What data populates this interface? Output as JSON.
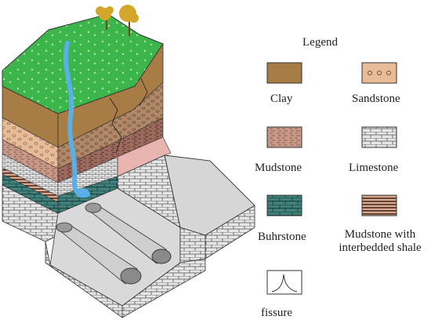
{
  "legend": {
    "title": "Legend",
    "items": [
      {
        "key": "clay",
        "label": "Clay",
        "color": "#a87c45"
      },
      {
        "key": "sandstone",
        "label": "Sandstone",
        "color": "#e8bc98"
      },
      {
        "key": "mudstone",
        "label": "Mudstone",
        "color": "#c79a8c"
      },
      {
        "key": "limestone",
        "label": "Limestone",
        "color": "#cdcdcd"
      },
      {
        "key": "buhrstone",
        "label": "Buhrstone",
        "color": "#3e7f78"
      },
      {
        "key": "mudstone_shale",
        "label_line1": "Mudstone with",
        "label_line2": "interbedded shale",
        "color": "#b07a62"
      },
      {
        "key": "fissure",
        "label": "fissure"
      }
    ]
  },
  "colors": {
    "grass": "#3cb54a",
    "water": "#5ab0e6",
    "tree": "#d4a62a",
    "brick_mortar": "#444444",
    "floor": "#d9d9d9"
  }
}
